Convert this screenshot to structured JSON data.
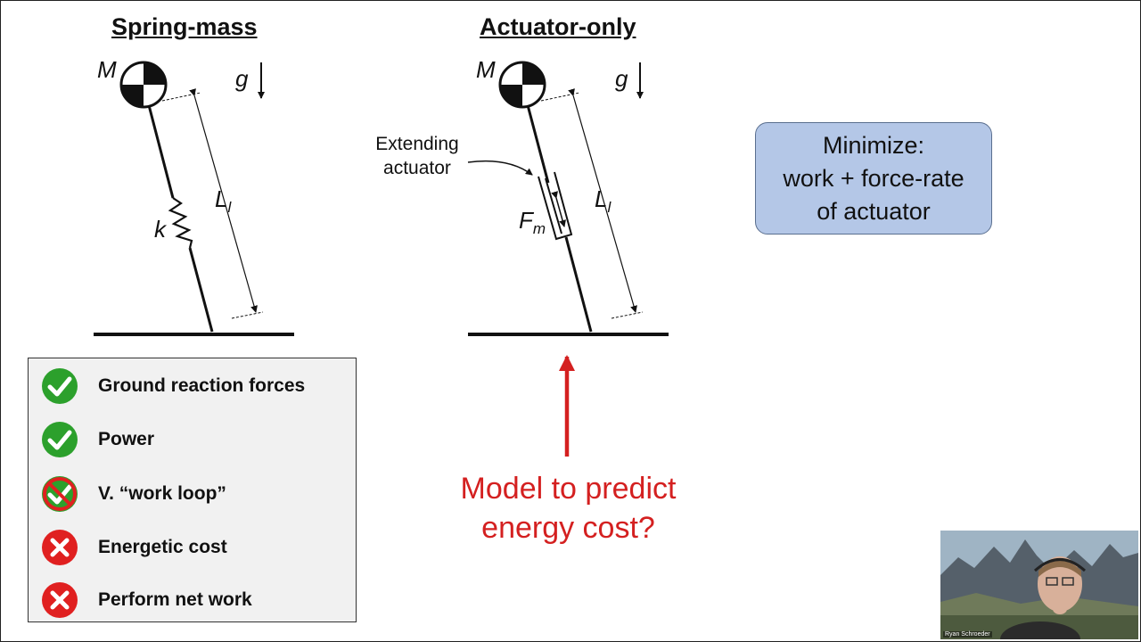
{
  "slide": {
    "left_title": "Spring-mass",
    "right_title": "Actuator-only",
    "labels": {
      "mass_left": "M",
      "mass_right": "M",
      "gravity_left": "g",
      "gravity_right": "g",
      "spring": "k",
      "leg_length_left": "L",
      "leg_length_left_sub": "l",
      "leg_length_right": "L",
      "leg_length_right_sub": "l",
      "force": "F",
      "force_sub": "m"
    },
    "extending_actuator": [
      "Extending",
      "actuator"
    ],
    "minimize": [
      "Minimize:",
      "work + force-rate",
      "of actuator"
    ],
    "legend": [
      {
        "label": "Ground reaction forces",
        "status": "check"
      },
      {
        "label": "Power",
        "status": "check"
      },
      {
        "label": "V. “work loop”",
        "status": "check-crossed"
      },
      {
        "label": "Energetic cost",
        "status": "cross"
      },
      {
        "label": "Perform net work",
        "status": "cross"
      }
    ],
    "question": [
      "Model to predict",
      "energy cost?"
    ],
    "webcam_name": "Ryan Schroeder",
    "colors": {
      "accent_red": "#d42020",
      "box_blue": "#b4c7e7",
      "check_green": "#2ca02c",
      "cross_red": "#e02020"
    }
  }
}
